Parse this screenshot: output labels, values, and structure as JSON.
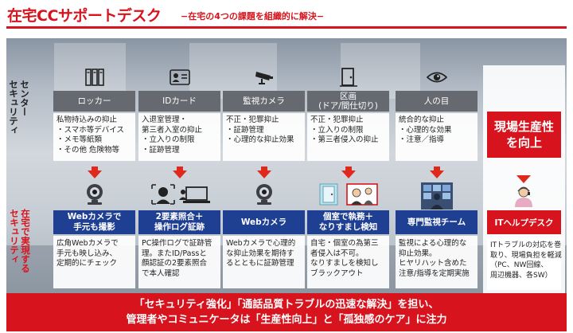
{
  "header": {
    "title": "在宅CCサポートデスク",
    "subtitle": "−在宅の4つの課題を組織的に解決−"
  },
  "side_labels": {
    "center_security": "センター\nセキュリティ",
    "onsite_security": "在宅で実現する\nセキュリティ"
  },
  "columns": [
    {
      "icon": "locker-icon",
      "category": "ロッカー",
      "center_desc": "私物持込みの抑止\n・スマホ等デバイス\n・メモ等紙類\n・その他 危険物等",
      "device_icon": "webcam-icon",
      "solution": "Webカメラで\n手元も撮影",
      "onsite_desc": "広角Webカメラで\n手元も映し込み、\n定期的にチェック"
    },
    {
      "icon": "id-card-icon",
      "category": "IDカード",
      "center_desc": "入退室管理・\n第三者入室の抑止\n・立入りの制限\n・証跡管理",
      "device_icon": "face-auth-pc-icon",
      "solution": "2要素照合＋\n操作ログ証跡",
      "onsite_desc": "PC操作ログで証跡管\n理。またID/Passと\n顔認証の2要素照合\nで本人確認"
    },
    {
      "icon": "surveillance-camera-icon",
      "category": "監視カメラ",
      "center_desc": "不正・犯罪抑止\n・証跡管理\n・心理的な抑止効果",
      "device_icon": "webcam-icon",
      "solution": "Webカメラ",
      "onsite_desc": "Webカメラで心理的\nな抑止効果を期待す\nるとともに証跡管理"
    },
    {
      "icon": "door-icon",
      "category": "区画\n(ドア/間仕切り)",
      "center_desc": "不正・犯罪抑止\n・立入りの制限\n・第三者侵入の抑止",
      "device_icon": "private-room-detect-icon",
      "solution": "個室で執務＋\nなりすまし検知",
      "onsite_desc": "自宅・個室の為第三\n者侵入は不可。\nなりすましを検知し\nブラックアウト"
    },
    {
      "icon": "eye-icon",
      "category": "人の目",
      "center_desc": "統合的な抑止\n・心理的な効果\n・注意／指導",
      "device_icon": "monitoring-team-icon",
      "solution": "専門監視チーム",
      "onsite_desc": "監視による心理的な\n抑止効果。\nヒヤリハット含めた\n注意/指導を定期実施"
    }
  ],
  "productivity": {
    "label": "現場生産性\nを向上",
    "device_icon": "helpdesk-operator-icon",
    "solution": "ITヘルプデスク",
    "desc": "ITトラブルの対応を巻\n取り、現場負担を軽減\n（PC、NW回線、\n周辺機器、各SW）"
  },
  "footer": {
    "line1": "「セキュリティ強化」「通話品質トラブルの迅速な解決」を担い、",
    "line2": "管理者やコミュニケータは「生産性向上」と「孤独感のケア」に注力"
  },
  "colors": {
    "accent_red": "#d7141e",
    "navy": "#1f3f93",
    "gray_label": "#666a70"
  }
}
